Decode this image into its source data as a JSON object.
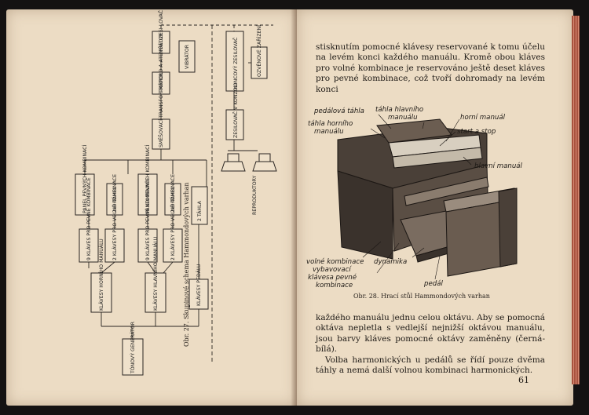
{
  "left_page": {
    "diagram": {
      "blocks": {
        "predzesilovac": "PŘEDZESI-LOVAČ",
        "vibrator": "VIBRÁTOR",
        "tremolo": "TREMOLO A ATENUÁTOR",
        "sm_transformator": "SMĚŠOVACÍ TRANSFOR-MÁTOR",
        "panel1": "PANEL PEVNÝCH KOMBINACÍ",
        "tahel1": "2x9 TÁHEL",
        "panel2": "PANEL PEVNÝCH KOMBINACÍ",
        "tahel2": "2x9 TÁHEL",
        "tahla2": "2 TÁHLA",
        "kl_pevne1": "9 KLÁVES PRO PEVNÉ KOMBINACE",
        "kl_volne1": "2 KLÁVESY PRO VOLNÉ KOMBINACE",
        "kl_pevne2": "9 KLÁVES PRO PEVNÉ KOMBINACE",
        "kl_volne2": "2 KLÁVESY PRO VOLNÉ KOMBINACE",
        "man_horni": "KLÁVESY HORNÍHO MANUÁLU",
        "man_hlavni": "KLÁVESY HLAVNÍHO MANUÁLU",
        "pedal": "KLÁVESY PEDÁLU",
        "generator": "TÓNOVÝ GENERÁTOR",
        "konc_zesilovac": "KONCOVÝ ZESILOVAČ",
        "ozvenove": "OZVĚNOVÉ ZAŘÍZENÍ",
        "zesilovac_konzoli": "ZESILOVAČ V KONZOLI",
        "reproduktory": "REPRODUKTORY"
      }
    },
    "caption": "Obr. 27. Skupinové schema Hammondových varhan"
  },
  "right_page": {
    "paragraph_top": "stisknutím pomocné klávesy reservované k tomu účelu na levém konci každého manuálu. Kromě obou kláves pro volné kombinace je reservováno ještě deset kláves pro pevné kombinace, což tvoří dohromady na levém konci",
    "figure": {
      "labels": {
        "pedalova_tahla": "pedálová táhla",
        "tahla_hlavniho": "táhla hlavního",
        "manualu_a": "manuálu",
        "tahla_horniho": "táhla horního",
        "manualu_b": "manuálu",
        "horni_manual": "horní manuál",
        "start_stop": "start a stop",
        "hlavni_manual": "hlavní manuál",
        "volne_kombinace": "volné kombinace",
        "vybavovaci": "vybavovací",
        "klavesa_pevne": "klávesa pevné",
        "kombinace": "kombinace",
        "dynamika": "dynamika",
        "pedal": "pedál"
      },
      "caption": "Obr. 28. Hrací stůl Hammondových varhan"
    },
    "paragraph_bottom_1": "každého manuálu jednu celou oktávu. Aby se pomocná oktáva nepletla s vedlejší nejnižší oktávou manuálu, jsou barvy kláves pomocné oktávy zaměněny (černá-bílá).",
    "paragraph_bottom_2": "Volba harmonických u pedálů se řídí pouze dvěma táhly a nemá další volnou kombinaci harmonických.",
    "page_number": "61"
  }
}
